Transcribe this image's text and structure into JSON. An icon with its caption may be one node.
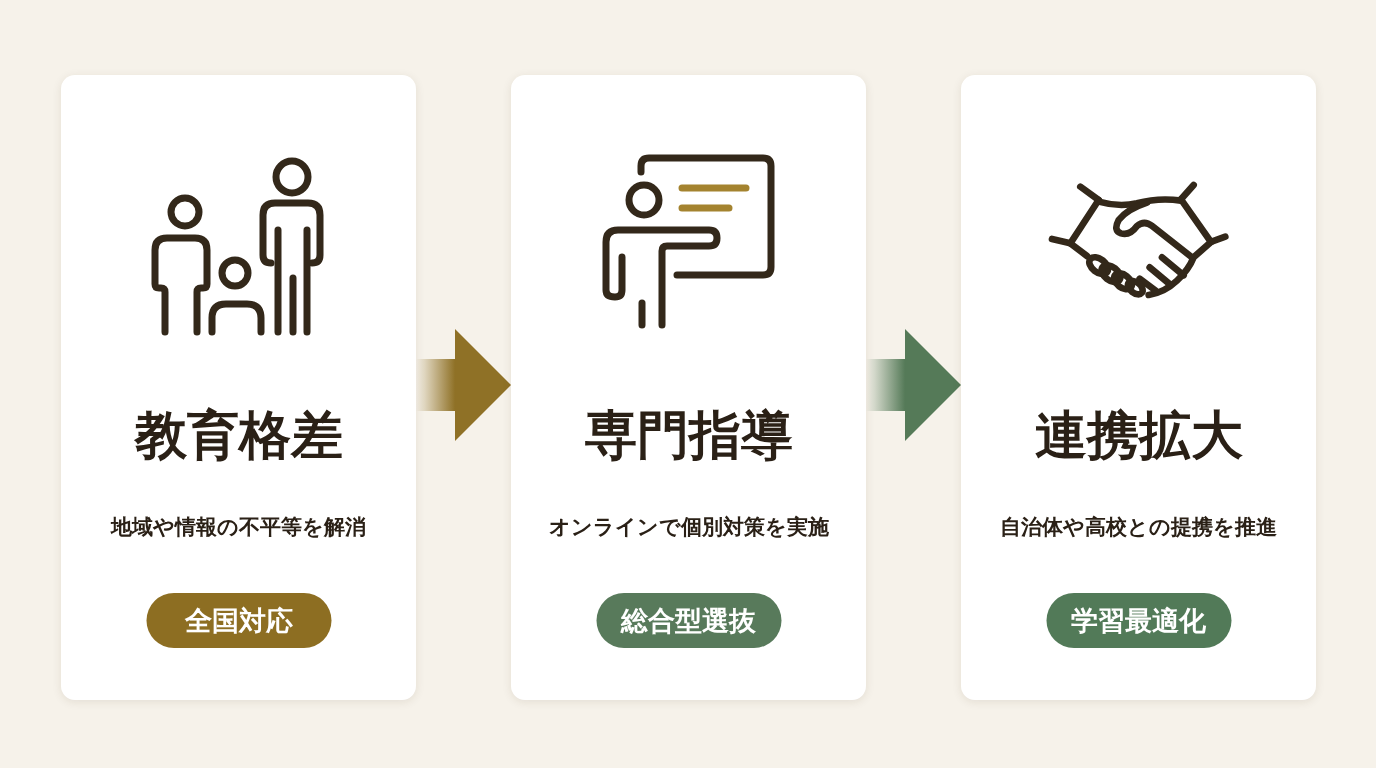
{
  "diagram": {
    "nodes": [
      {
        "text": [
          "教育格差",
          "地域や情報の不平等を解消"
        ]
      },
      {
        "text": [
          "全国対応"
        ],
        "in": 0
      },
      {
        "text": [
          "専門指導",
          "オンラインで個別対策を実施"
        ]
      },
      {
        "text": [
          "総合型選抜"
        ],
        "in": 2
      },
      {
        "text": [
          "連携拡大",
          "自治体や高校との提携を推進"
        ]
      },
      {
        "text": [
          "学習最適化"
        ],
        "in": 4
      }
    ],
    "edges": [
      {
        "from": 0,
        "to": 2,
        "arrow": "to",
        "color": "#8f7126"
      },
      {
        "from": 2,
        "to": 4,
        "arrow": "to",
        "color": "#557a58"
      }
    ]
  }
}
